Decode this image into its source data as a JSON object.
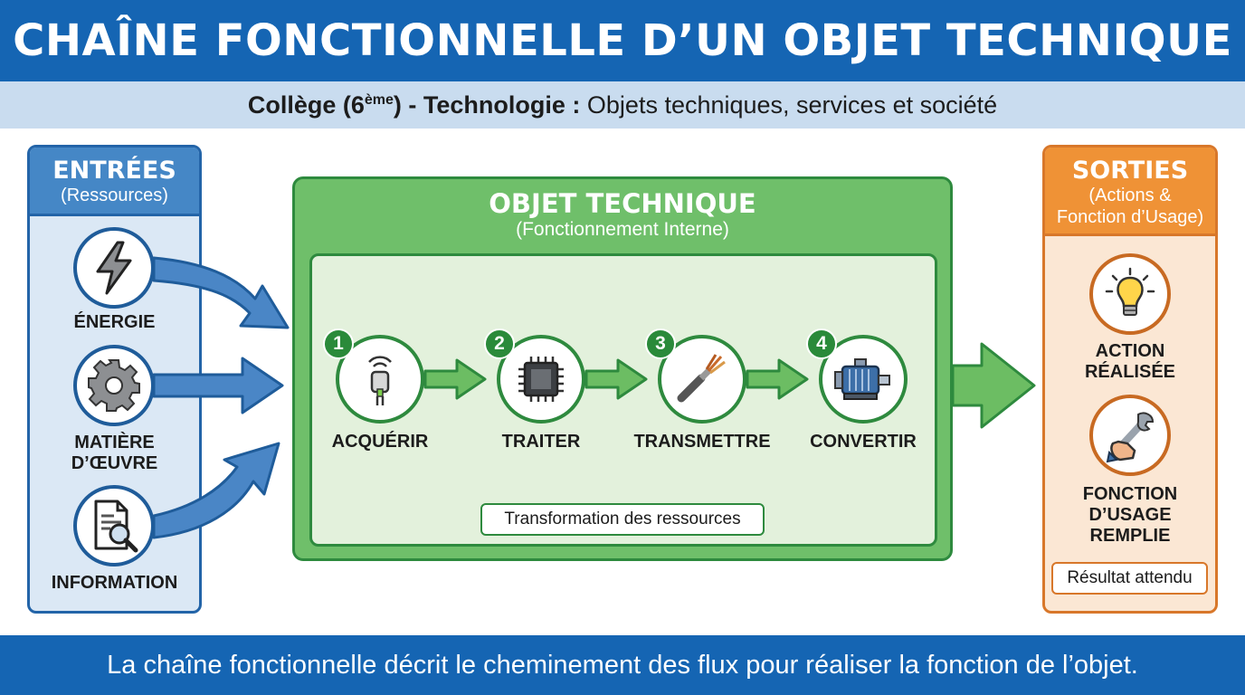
{
  "header": {
    "title": "CHAÎNE FONCTIONNELLE D’UN OBJET TECHNIQUE",
    "subtitle_bold_1": "Collège (6",
    "subtitle_sup": "ème",
    "subtitle_bold_2": ") - Technologie :",
    "subtitle_rest": " Objets techniques, services et société"
  },
  "inputs": {
    "title": "ENTRÉES",
    "subtitle": "(Ressources)",
    "items": [
      {
        "label": "ÉNERGIE",
        "icon": "lightning-icon"
      },
      {
        "label_line1": "MATIÈRE",
        "label_line2": "D’ŒUVRE",
        "icon": "gear-icon"
      },
      {
        "label": "INFORMATION",
        "icon": "document-magnifier-icon"
      }
    ]
  },
  "object": {
    "title": "OBJET TECHNIQUE",
    "subtitle": "(Fonctionnement Interne)",
    "steps": [
      {
        "number": "1",
        "label": "ACQUÉRIR",
        "icon": "sensor-icon"
      },
      {
        "number": "2",
        "label": "TRAITER",
        "icon": "chip-icon"
      },
      {
        "number": "3",
        "label": "TRANSMETTRE",
        "icon": "cable-icon"
      },
      {
        "number": "4",
        "label": "CONVERTIR",
        "icon": "motor-icon"
      }
    ],
    "caption": "Transformation des ressources"
  },
  "outputs": {
    "title": "SORTIES",
    "subtitle_line1": "(Actions &",
    "subtitle_line2": "Fonction d’Usage)",
    "items": [
      {
        "label_line1": "ACTION",
        "label_line2": "RÉALISÉE",
        "icon": "lightbulb-icon"
      },
      {
        "label_line1": "FONCTION",
        "label_line2": "D’USAGE",
        "label_line3": "REMPLIE",
        "icon": "hand-wrench-icon"
      }
    ],
    "caption": "Résultat attendu"
  },
  "footer": {
    "text": "La chaîne fonctionnelle décrit le cheminement des flux pour réaliser la fonction de l’objet."
  },
  "colors": {
    "header_blue": "#1565b3",
    "input_blue": "#4587c6",
    "object_green": "#6fbf6a",
    "output_orange": "#ef9236"
  }
}
